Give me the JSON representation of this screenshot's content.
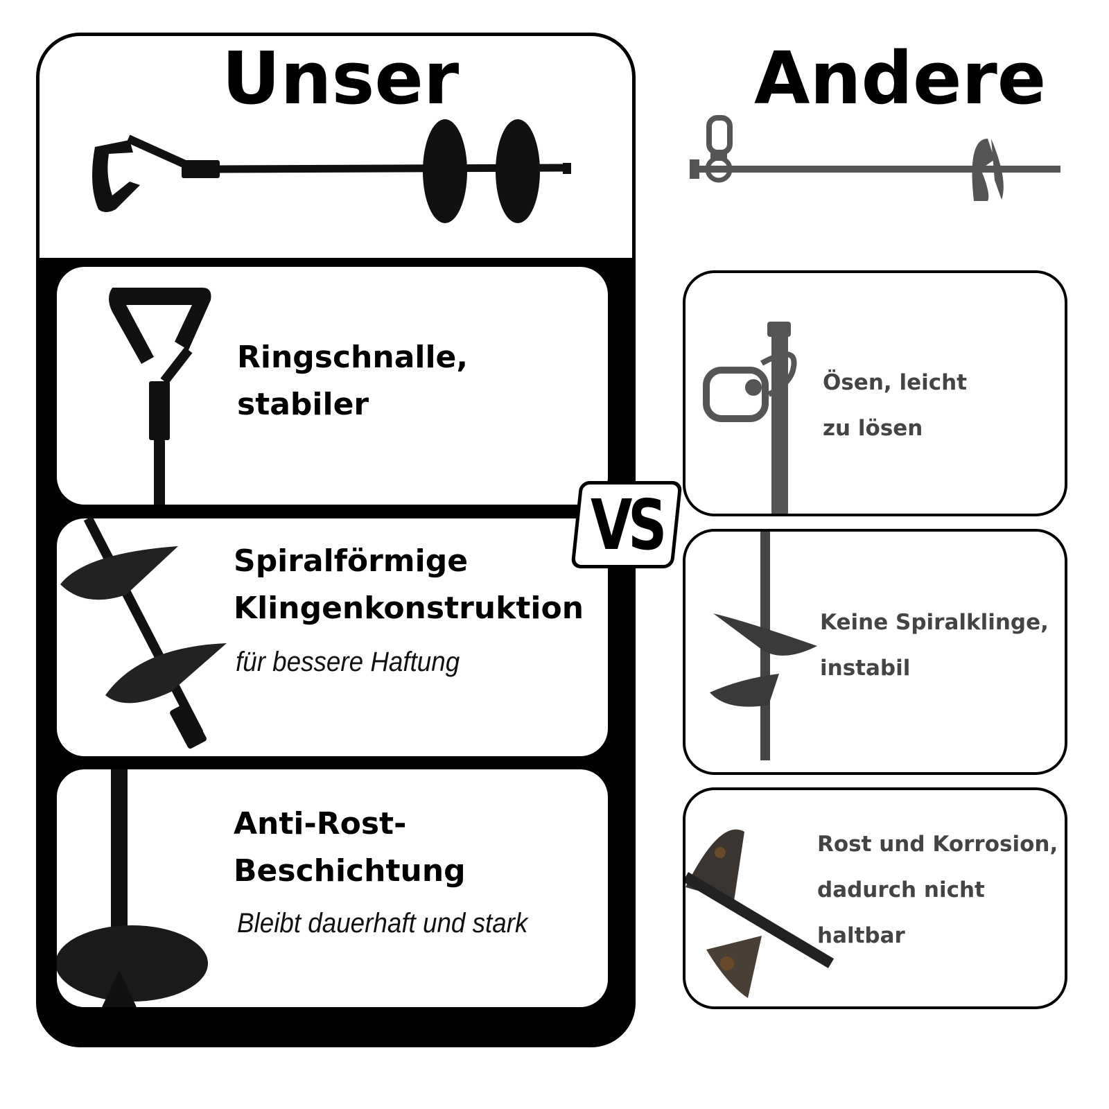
{
  "headings": {
    "ours": "Unser",
    "others": "Andere",
    "versus": "VS"
  },
  "ours": [
    {
      "title_lines": [
        "Ringschnalle,",
        "stabiler"
      ],
      "subtitle": ""
    },
    {
      "title_lines": [
        "Spiralförmige",
        "Klingenkonstruktion"
      ],
      "subtitle": "für bessere Haftung"
    },
    {
      "title_lines": [
        "Anti-Rost-",
        "Beschichtung"
      ],
      "subtitle": "Bleibt dauerhaft und stark"
    }
  ],
  "others": [
    {
      "text_lines": [
        "Ösen, leicht",
        "zu lösen"
      ]
    },
    {
      "text_lines": [
        "Keine Spiralklinge,",
        "instabil"
      ]
    },
    {
      "text_lines": [
        "Rost und Korrosion,",
        "dadurch nicht",
        "haltbar"
      ]
    }
  ],
  "colors": {
    "ours_product": "#111111",
    "others_product": "#555555",
    "rust": "#6b4a2a"
  }
}
